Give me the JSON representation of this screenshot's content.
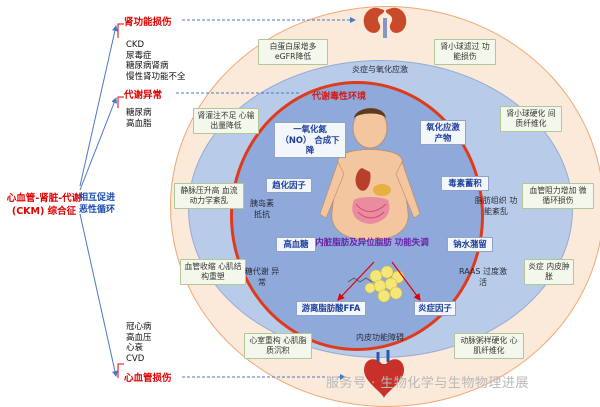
{
  "left": {
    "ckm_title": "心血管-肾脏-代谢(CKM) 综合征",
    "relation": "相互促进恶性循环",
    "kidney": {
      "title": "肾功能损伤",
      "items": [
        "CKD",
        "尿毒症",
        "糖尿病肾病",
        "慢性肾功能不全"
      ]
    },
    "metabolic": {
      "title": "代谢异常",
      "items": [
        "糖尿病",
        "高血脂"
      ]
    },
    "cardio": {
      "title": "心血管损伤",
      "items": [
        "冠心病",
        "高血压",
        "心衰",
        "CVD"
      ]
    }
  },
  "outer_ring": {
    "top_label": "炎症与氧化应激",
    "bottom_label": "内皮功能障碍",
    "boxes": [
      "白蛋白尿增多 eGFR降低",
      "肾小球滤过 功能损伤",
      "肾灌注不足 心输出量降低",
      "肾小球硬化 间质纤维化",
      "静脉压升高 血流动力学紊乱",
      "血管阻力增加 微循环损伤",
      "血管收缩 心肌结构重塑",
      "炎症 内皮肿胀",
      "心室重构 心肌脂质沉积",
      "动脉粥样硬化 心肌纤维化"
    ]
  },
  "middle_ring": {
    "texts": [
      "胰岛素 抵抗",
      "糖代谢 异常",
      "脂肪组织 功能紊乱",
      "RAAS 过度激活"
    ]
  },
  "inner": {
    "title": "代谢毒性环境",
    "labels": [
      "一氧化氮（NO） 合成下降",
      "氧化应激 产物",
      "趋化因子",
      "毒素蓄积",
      "高血糖",
      "钠水潴留",
      "游离脂肪酸FFA",
      "炎症因子"
    ],
    "center_text": "内脏脂肪及异位脂肪 功能失调"
  },
  "watermark": "服务号 · 生物化学与生物物理进展",
  "colors": {
    "red": "#e00000",
    "blue": "#1d4fae",
    "purple": "#6a1fa8",
    "outer_ring": "#fbe9d9",
    "middle_ring": "#b8cce9",
    "inner_circle": "#8ea9da"
  }
}
